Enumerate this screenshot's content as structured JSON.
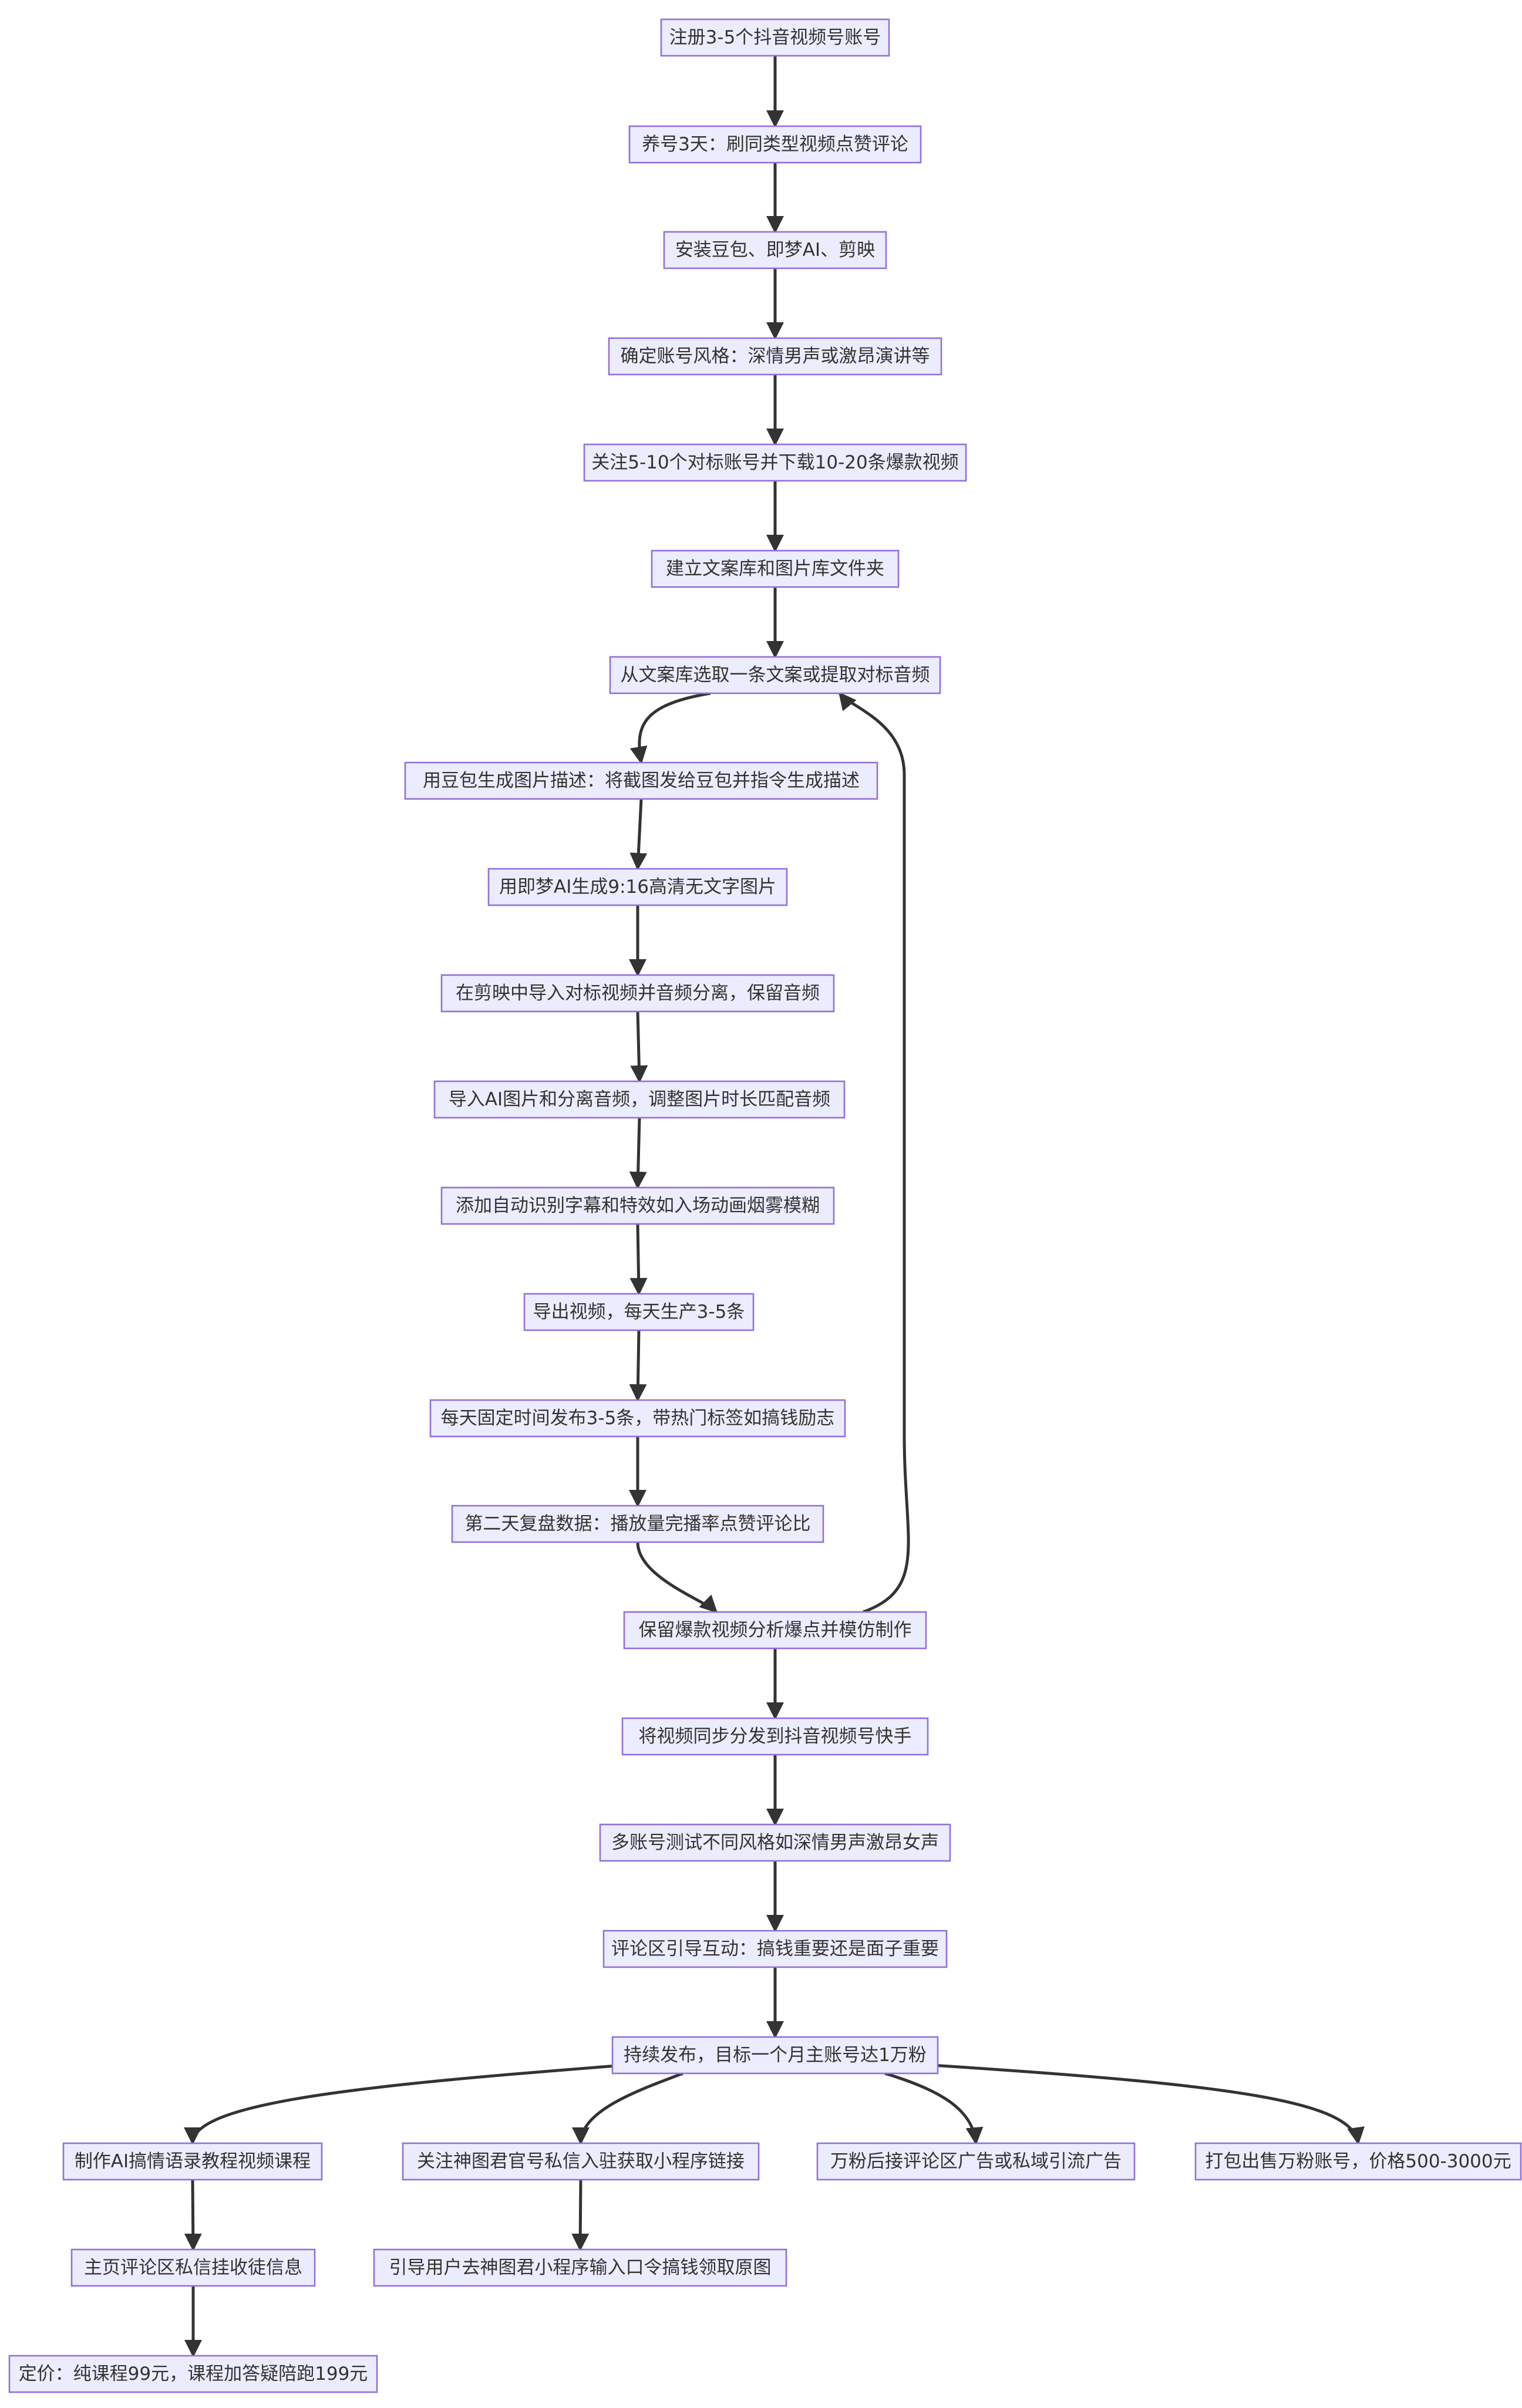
{
  "nodes": [
    {
      "id": "A",
      "label": "注册3-5个抖音视频号账号"
    },
    {
      "id": "B",
      "label": "养号3天：刷同类型视频点赞评论"
    },
    {
      "id": "C",
      "label": "安装豆包、即梦AI、剪映"
    },
    {
      "id": "D",
      "label": "确定账号风格：深情男声或激昂演讲等"
    },
    {
      "id": "E",
      "label": "关注5-10个对标账号并下载10-20条爆款视频"
    },
    {
      "id": "F",
      "label": "建立文案库和图片库文件夹"
    },
    {
      "id": "G",
      "label": "从文案库选取一条文案或提取对标音频"
    },
    {
      "id": "H",
      "label": "用豆包生成图片描述：将截图发给豆包并指令生成描述"
    },
    {
      "id": "I",
      "label": "用即梦AI生成9:16高清无文字图片"
    },
    {
      "id": "J",
      "label": "在剪映中导入对标视频并音频分离，保留音频"
    },
    {
      "id": "K",
      "label": "导入AI图片和分离音频，调整图片时长匹配音频"
    },
    {
      "id": "L",
      "label": "添加自动识别字幕和特效如入场动画烟雾模糊"
    },
    {
      "id": "M",
      "label": "导出视频，每天生产3-5条"
    },
    {
      "id": "N",
      "label": "每天固定时间发布3-5条，带热门标签如搞钱励志"
    },
    {
      "id": "O",
      "label": "第二天复盘数据：播放量完播率点赞评论比"
    },
    {
      "id": "P",
      "label": "保留爆款视频分析爆点并模仿制作"
    },
    {
      "id": "Q",
      "label": "将视频同步分发到抖音视频号快手"
    },
    {
      "id": "R",
      "label": "多账号测试不同风格如深情男声激昂女声"
    },
    {
      "id": "S",
      "label": "评论区引导互动：搞钱重要还是面子重要"
    },
    {
      "id": "T",
      "label": "持续发布，目标一个月主账号达1万粉"
    },
    {
      "id": "U",
      "label": "制作AI搞情语录教程视频课程"
    },
    {
      "id": "V",
      "label": "关注神图君官号私信入驻获取小程序链接"
    },
    {
      "id": "W",
      "label": "万粉后接评论区广告或私域引流广告"
    },
    {
      "id": "X",
      "label": "打包出售万粉账号，价格500-3000元"
    },
    {
      "id": "Y",
      "label": "主页评论区私信挂收徒信息"
    },
    {
      "id": "Z",
      "label": "引导用户去神图君小程序输入口令搞钱领取原图"
    },
    {
      "id": "AA",
      "label": "定价：纯课程99元，课程加答疑陪跑199元"
    }
  ],
  "edges": [
    [
      "A",
      "B"
    ],
    [
      "B",
      "C"
    ],
    [
      "C",
      "D"
    ],
    [
      "D",
      "E"
    ],
    [
      "E",
      "F"
    ],
    [
      "F",
      "G"
    ],
    [
      "G",
      "H"
    ],
    [
      "H",
      "I"
    ],
    [
      "I",
      "J"
    ],
    [
      "J",
      "K"
    ],
    [
      "K",
      "L"
    ],
    [
      "L",
      "M"
    ],
    [
      "M",
      "N"
    ],
    [
      "N",
      "O"
    ],
    [
      "O",
      "P"
    ],
    [
      "P",
      "G"
    ],
    [
      "P",
      "Q"
    ],
    [
      "Q",
      "R"
    ],
    [
      "R",
      "S"
    ],
    [
      "S",
      "T"
    ],
    [
      "T",
      "U"
    ],
    [
      "T",
      "V"
    ],
    [
      "T",
      "W"
    ],
    [
      "T",
      "X"
    ],
    [
      "U",
      "Y"
    ],
    [
      "V",
      "Z"
    ],
    [
      "Y",
      "AA"
    ]
  ],
  "colors": {
    "node_fill": "#ECECFF",
    "node_stroke": "#9370DB",
    "edge": "#333333",
    "text": "#333333"
  }
}
